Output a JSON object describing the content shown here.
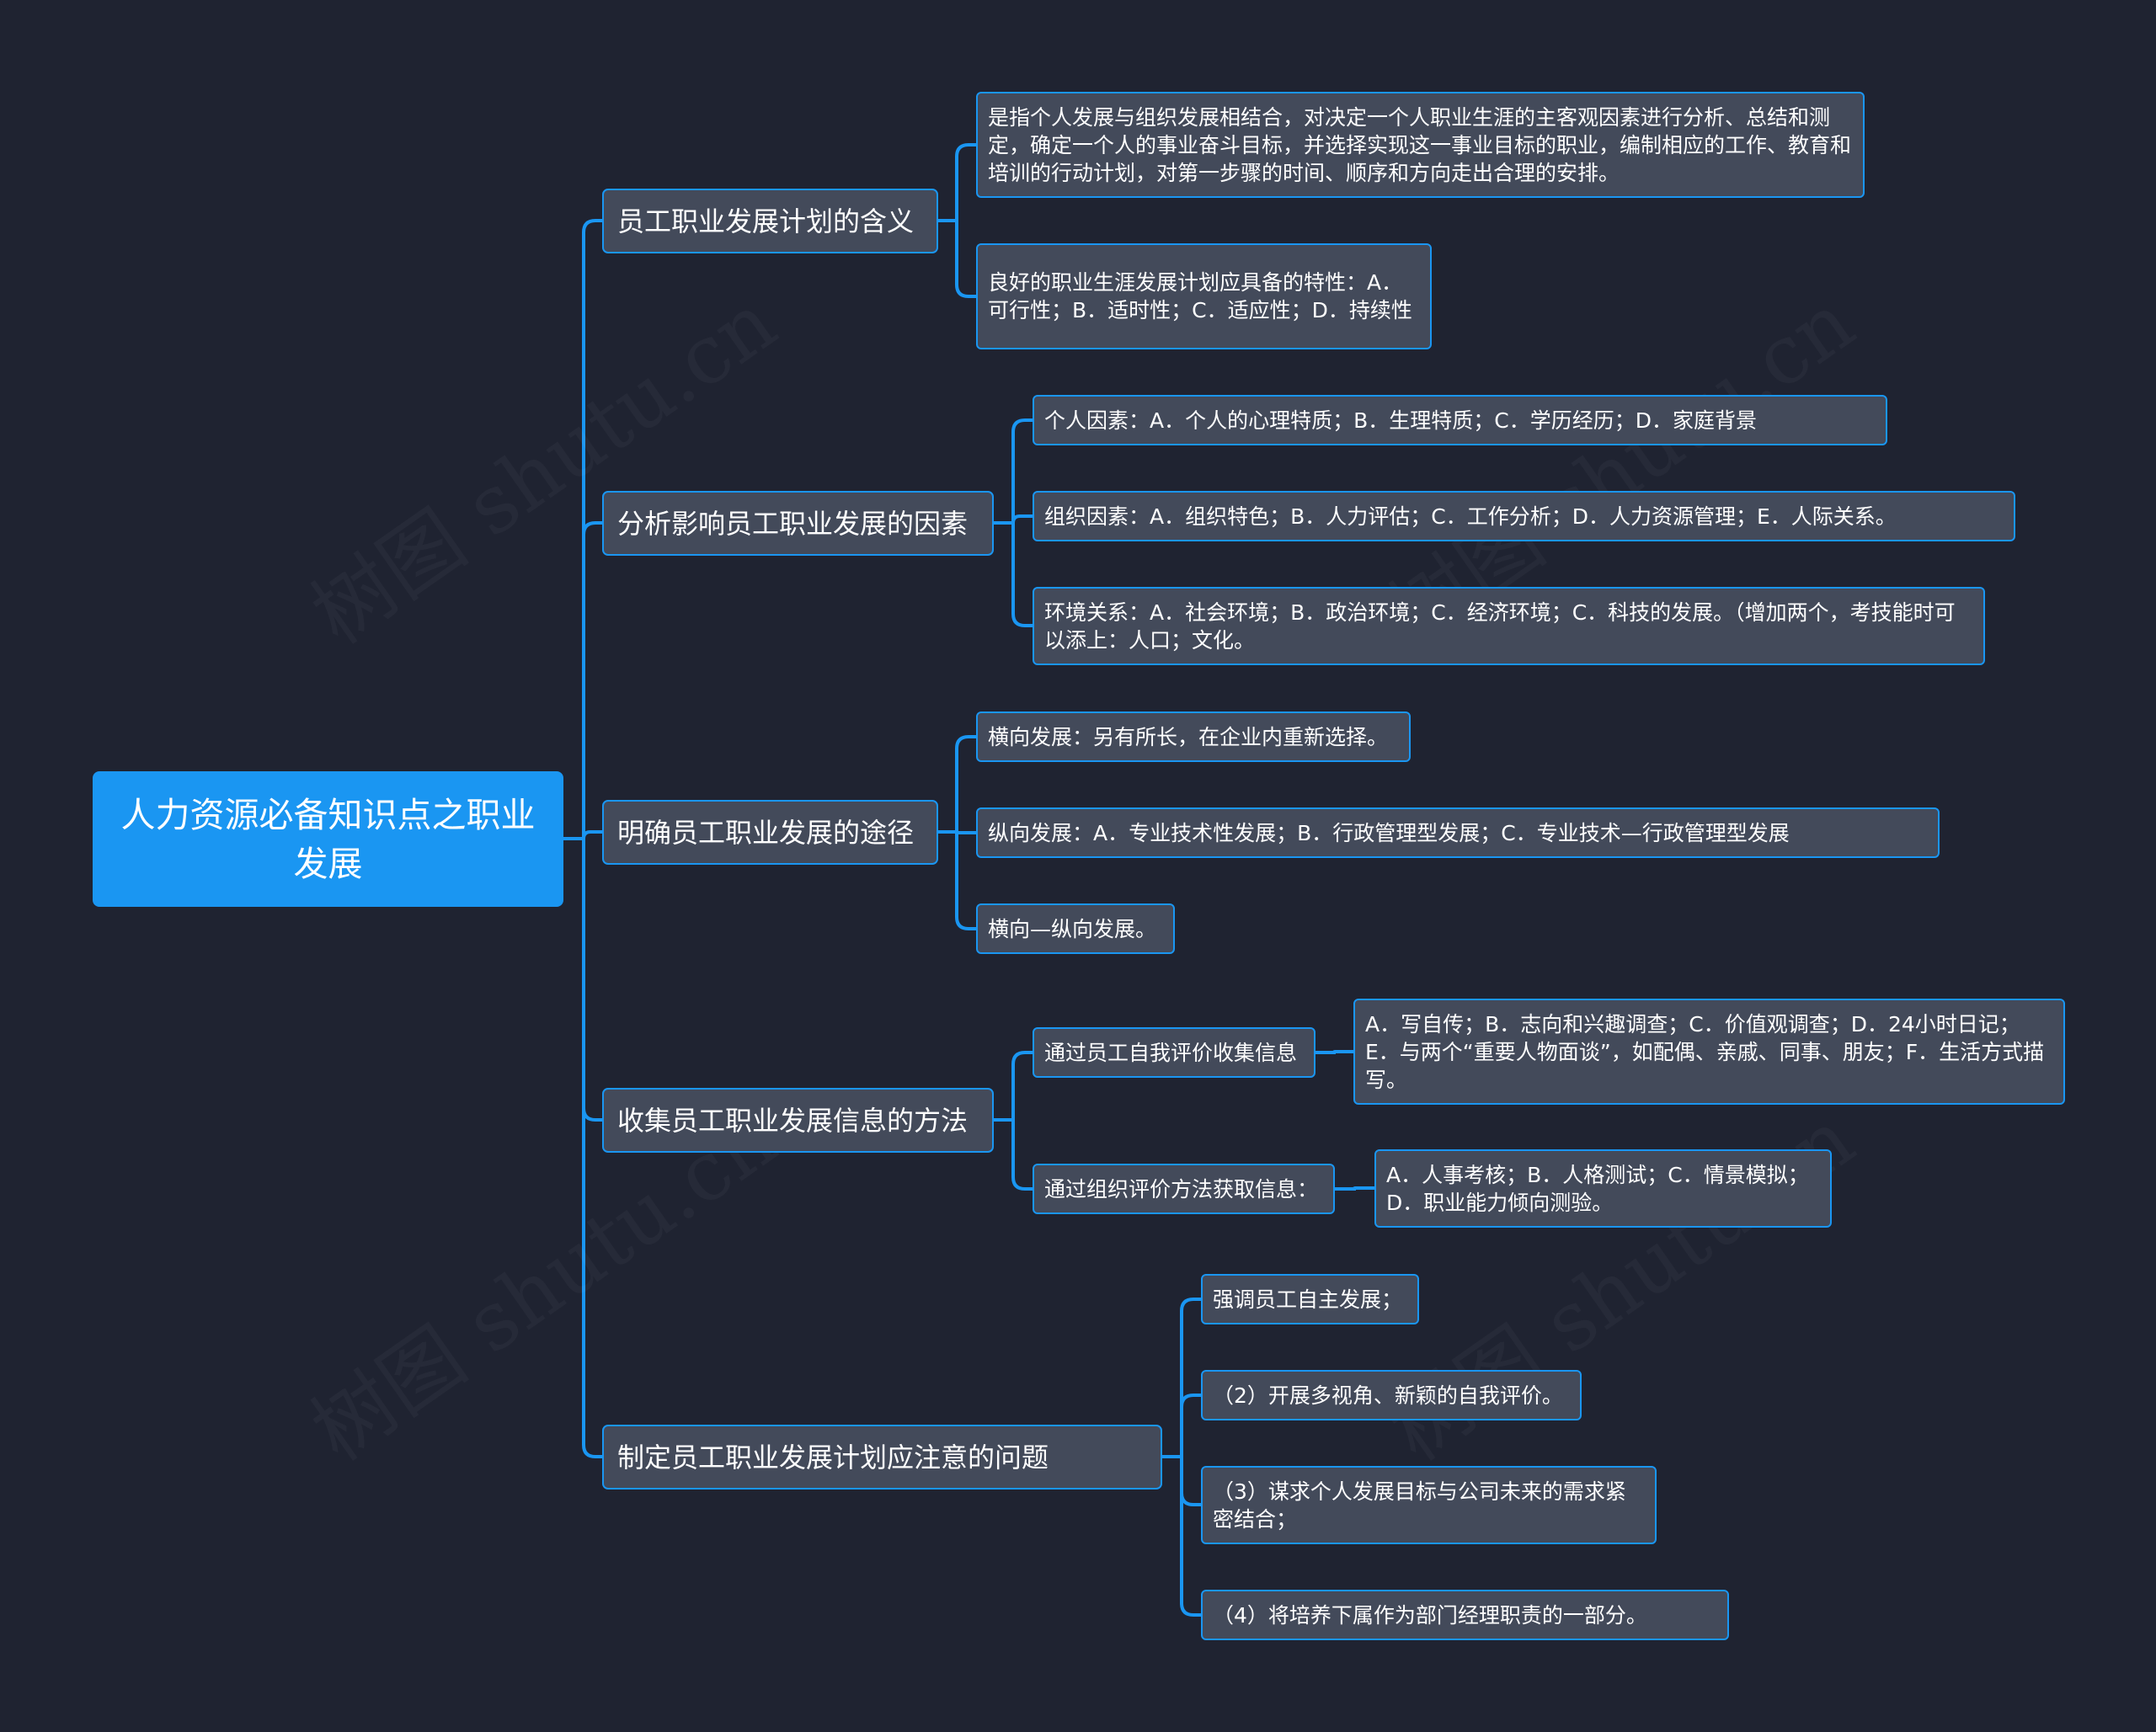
{
  "colors": {
    "background": "#1f2331",
    "root_fill": "#1a96f2",
    "node_fill": "#434a5a",
    "connector": "#1a96f2"
  },
  "watermark": "树图 shutu.cn",
  "root": {
    "label": "人力资源必备知识点之职业发展"
  },
  "branches": [
    {
      "label": "员工职业发展计划的含义",
      "children": [
        {
          "label": "是指个人发展与组织发展相结合，对决定一个人职业生涯的主客观因素进行分析、总结和测定，确定一个人的事业奋斗目标，并选择实现这一事业目标的职业，编制相应的工作、教育和培训的行动计划，对第一步骤的时间、顺序和方向走出合理的安排。"
        },
        {
          "label": "良好的职业生涯发展计划应具备的特性：A．可行性；B．适时性；C．适应性；D．持续性"
        }
      ]
    },
    {
      "label": "分析影响员工职业发展的因素",
      "children": [
        {
          "label": "个人因素：A．个人的心理特质；B．生理特质；C．学历经历；D．家庭背景"
        },
        {
          "label": "组织因素：A．组织特色；B．人力评估；C．工作分析；D．人力资源管理；E．人际关系。"
        },
        {
          "label": "环境关系：A．社会环境；B．政治环境；C．经济环境；C．科技的发展。（增加两个，考技能时可以添上：人口；文化。"
        }
      ]
    },
    {
      "label": "明确员工职业发展的途径",
      "children": [
        {
          "label": "横向发展：另有所长，在企业内重新选择。"
        },
        {
          "label": "纵向发展：A．专业技术性发展；B．行政管理型发展；C．专业技术—行政管理型发展"
        },
        {
          "label": "横向—纵向发展。"
        }
      ]
    },
    {
      "label": "收集员工职业发展信息的方法",
      "children": [
        {
          "label": "通过员工自我评价收集信息",
          "detail": "A．写自传；B．志向和兴趣调查；C．价值观调查；D．24小时日记；E．与两个“重要人物面谈”，如配偶、亲戚、同事、朋友；F．生活方式描写。"
        },
        {
          "label": "通过组织评价方法获取信息：",
          "detail": "A．人事考核；B．人格测试；C．情景模拟；D．职业能力倾向测验。"
        }
      ]
    },
    {
      "label": "制定员工职业发展计划应注意的问题",
      "children": [
        {
          "label": "强调员工自主发展；"
        },
        {
          "label": "（2）开展多视角、新颖的自我评价。"
        },
        {
          "label": "（3）谋求个人发展目标与公司未来的需求紧密结合；"
        },
        {
          "label": "（4）将培养下属作为部门经理职责的一部分。"
        }
      ]
    }
  ]
}
